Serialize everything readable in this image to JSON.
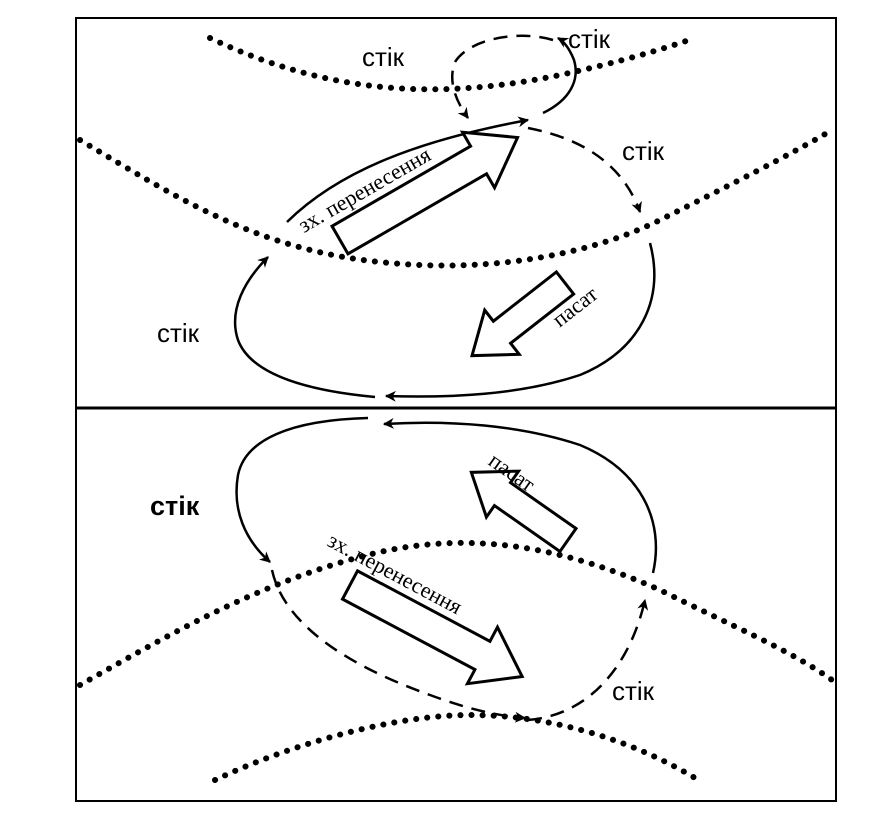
{
  "labels": {
    "stik": "стік",
    "zakhidne_perenesennia": "зх. перенесення",
    "pasat": "пасат"
  },
  "colors": {
    "ink": "#000000",
    "paper": "#ffffff"
  }
}
